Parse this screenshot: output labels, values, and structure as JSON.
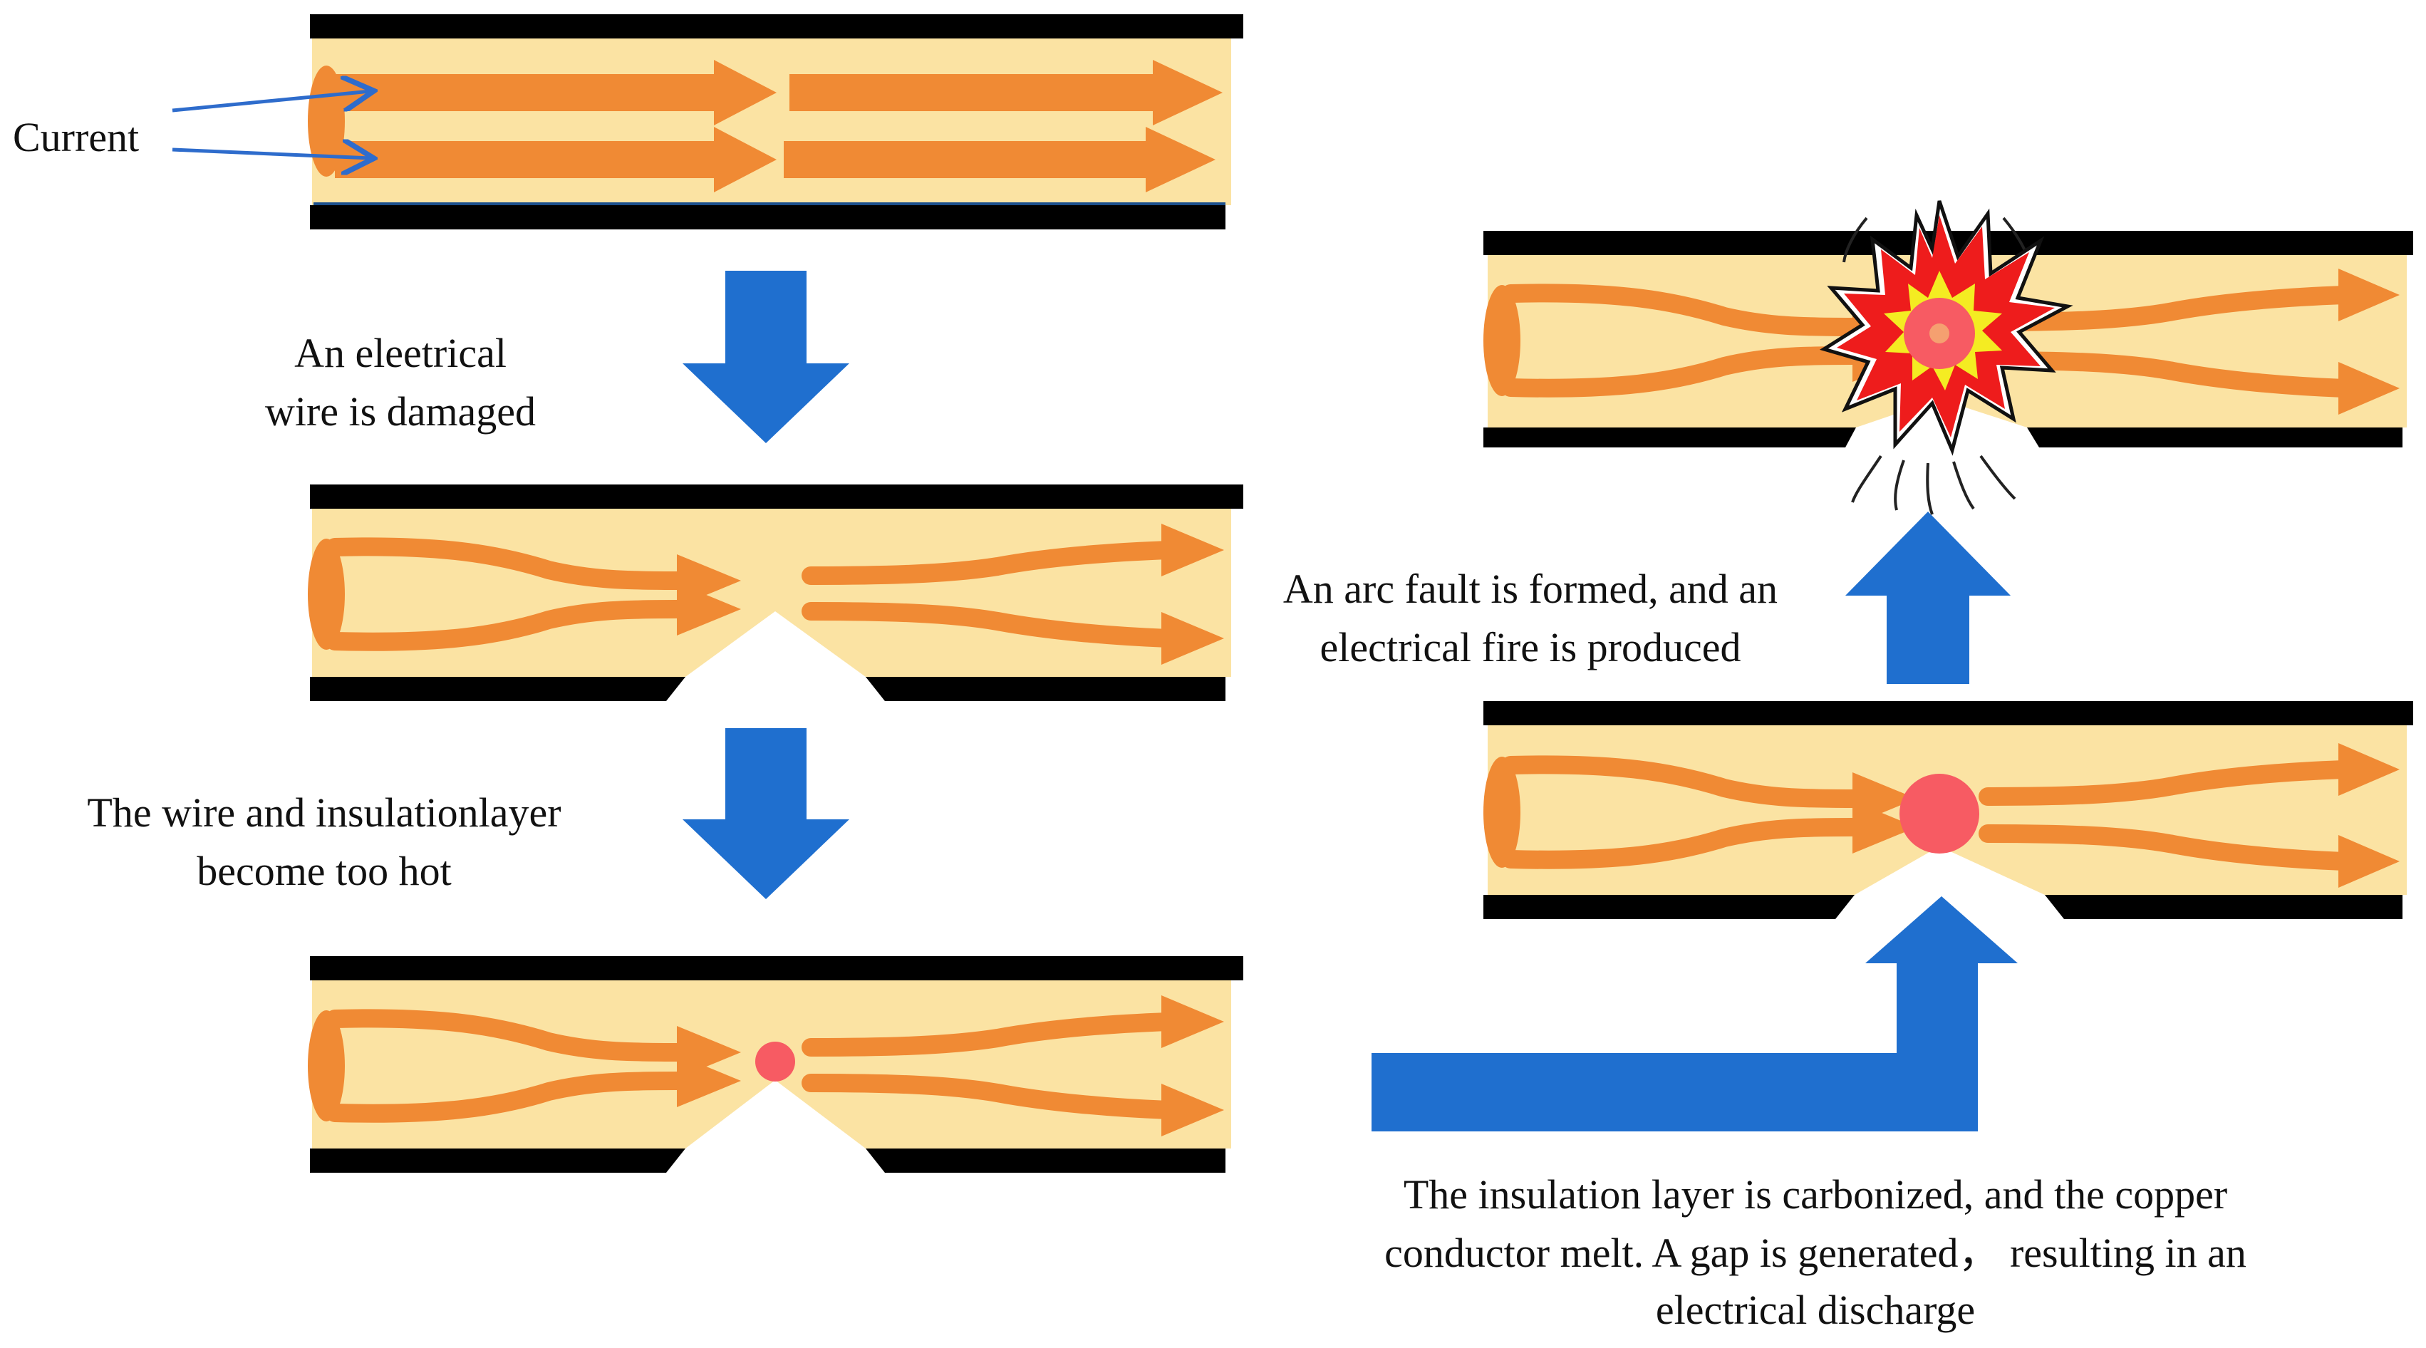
{
  "labels": {
    "current": "Current",
    "step1_line1": "An eleetrical",
    "step1_line2": "wire is damaged",
    "step2_line1": "The wire and insulationlayer",
    "step2_line2": "become too hot",
    "step3_line1": "The insulation layer is carbonized, and the copper",
    "step3_line2": "conductor melt. A gap is generated， resulting in an",
    "step3_line3": "electrical discharge",
    "step4_line1": "An arc fault is formed, and an",
    "step4_line2": "electrical fire is produced"
  },
  "colors": {
    "insulation": "#fbe3a3",
    "sheath": "#000000",
    "current": "#f08a34",
    "hot_spot": "#f75b63",
    "process_arrow": "#1f6fcf",
    "annotation_arrow": "#2e6ccc",
    "spark_outer": "#ee1c1c",
    "spark_inner": "#f4ec22"
  }
}
